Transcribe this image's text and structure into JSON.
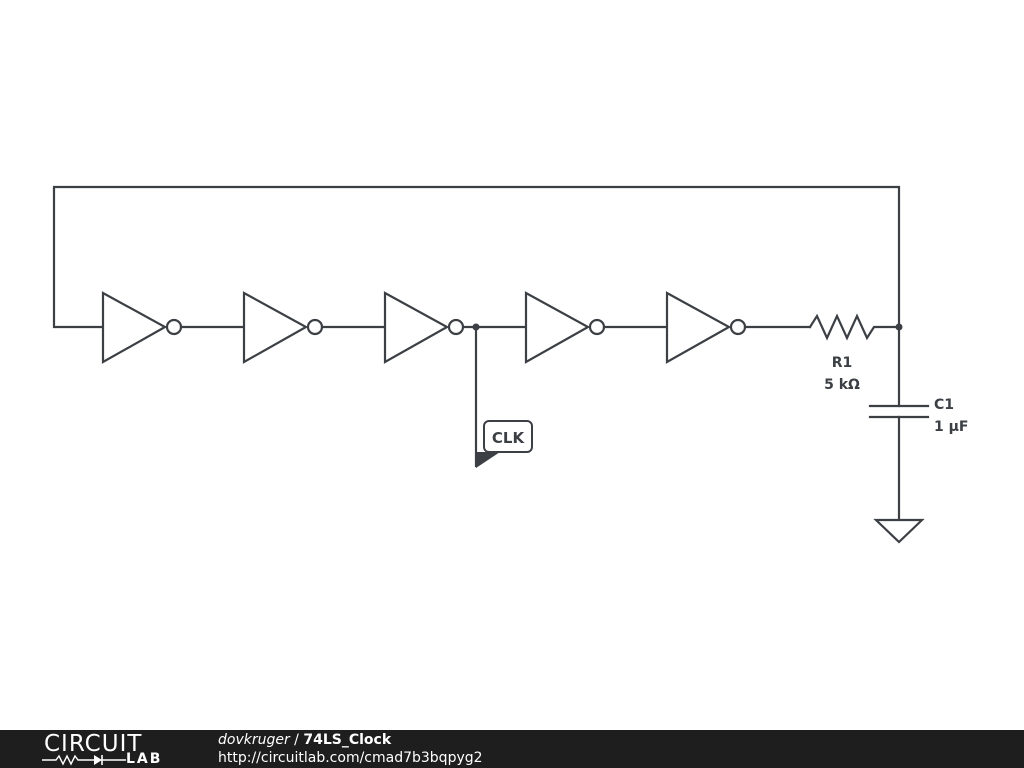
{
  "schematic": {
    "clock_label": "CLK",
    "r1": {
      "name": "R1",
      "value": "5 kΩ"
    },
    "c1": {
      "name": "C1",
      "value": "1 µF"
    },
    "inverter_count": 5
  },
  "footer": {
    "logo_top": "CIRCUIT",
    "logo_bottom": "LAB",
    "author": "dovkruger",
    "separator": " / ",
    "title": "74LS_Clock",
    "url": "http://circuitlab.com/cmad7b3bqpyg2"
  },
  "colors": {
    "wire": "#3c4045",
    "footer_bg": "#1e1e1e",
    "background": "#ffffff"
  }
}
